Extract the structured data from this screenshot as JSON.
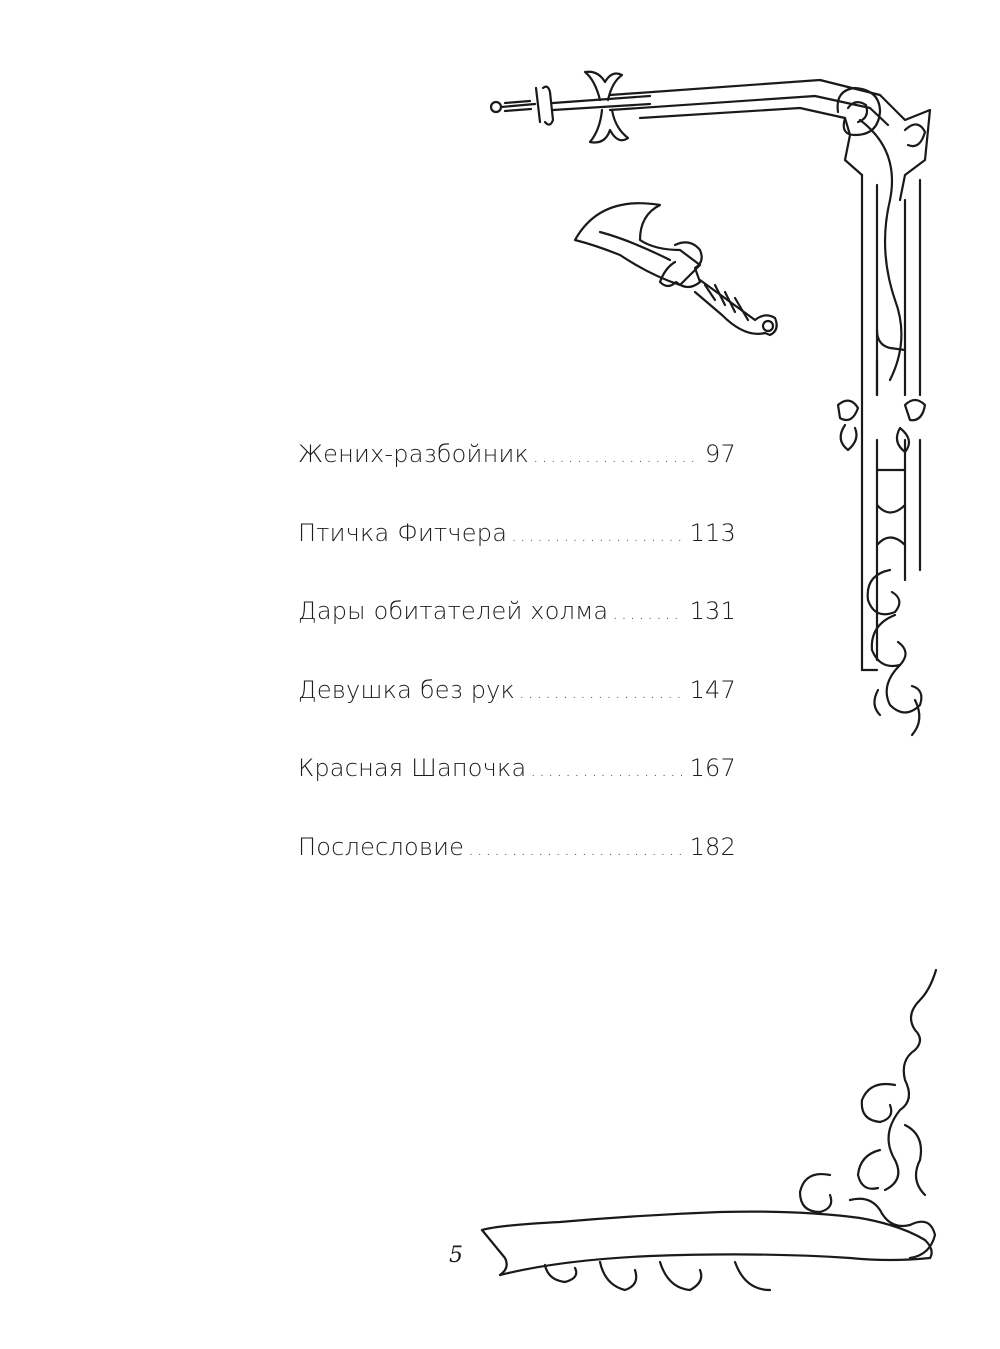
{
  "toc": {
    "entries": [
      {
        "title": "Жених-разбойник",
        "page": "97"
      },
      {
        "title": "Птичка Фитчера",
        "page": "113"
      },
      {
        "title": "Дары обитателей холма",
        "page": "131"
      },
      {
        "title": "Девушка без рук",
        "page": "147"
      },
      {
        "title": "Красная Шапочка",
        "page": "167"
      },
      {
        "title": "Послесловие",
        "page": "182"
      }
    ],
    "leader": "........................................................................"
  },
  "footer": {
    "page_number": "5"
  },
  "ornaments": {
    "sword": "sword-icon",
    "dagger": "dagger-icon",
    "frame": "gothic-frame-ornament",
    "corner": "scroll-corner-ornament"
  }
}
